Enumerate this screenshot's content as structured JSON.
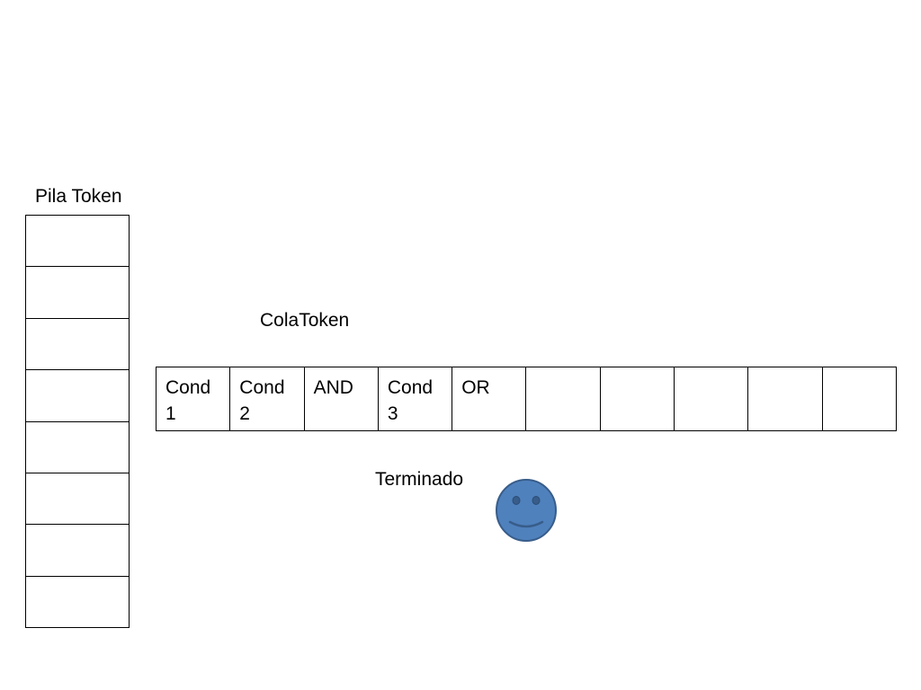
{
  "stack": {
    "title": "Pila Token",
    "cells": [
      "",
      "",
      "",
      "",
      "",
      "",
      "",
      ""
    ]
  },
  "queue": {
    "title": "ColaToken",
    "cells": [
      "Cond\n1",
      "Cond\n2",
      "AND",
      "Cond\n3",
      "OR",
      "",
      "",
      "",
      "",
      ""
    ]
  },
  "status": {
    "label": "Terminado",
    "icon": "smiley-face-icon",
    "icon_fill": "#4F81BD",
    "icon_stroke": "#385D8A"
  }
}
